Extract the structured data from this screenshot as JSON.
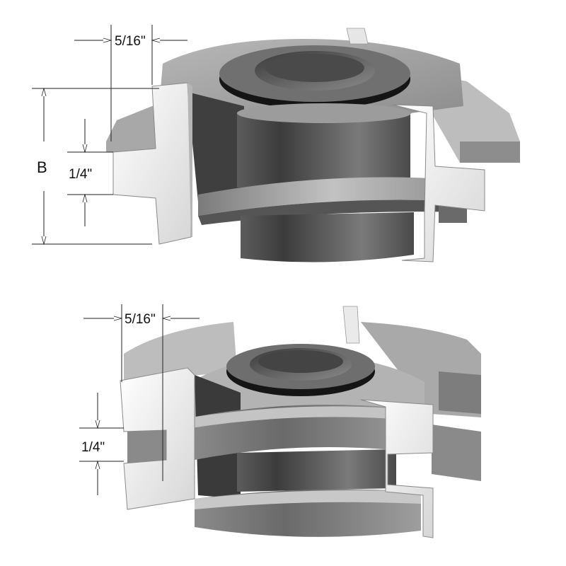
{
  "top_diagram": {
    "width_label": "5/16\"",
    "depth_label": "1/4\"",
    "height_label": "B"
  },
  "bottom_diagram": {
    "width_label": "5/16\"",
    "depth_label": "1/4\""
  },
  "colors": {
    "body_light": "#c9c9c9",
    "body_mid": "#9a9a9a",
    "body_dark": "#5a5a5a",
    "shadow": "#3a3a3a",
    "carbide": "#ececec",
    "collar": "#111111",
    "background": "#ffffff"
  }
}
